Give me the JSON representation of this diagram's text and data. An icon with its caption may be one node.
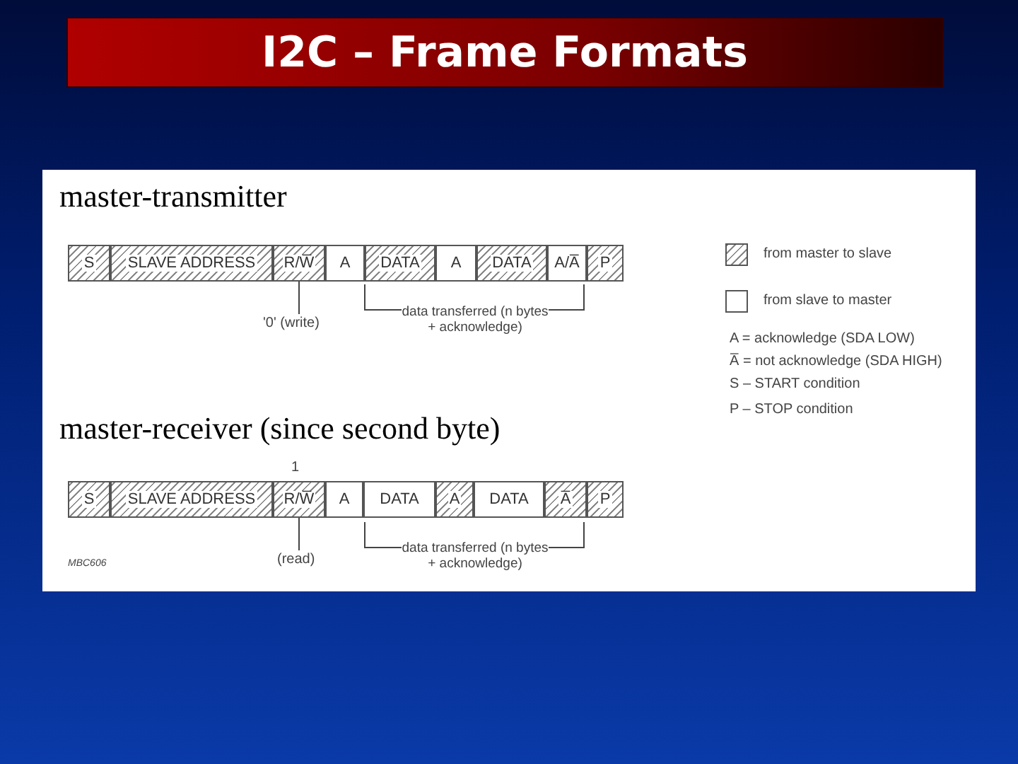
{
  "diagram": {
    "title": "I2C – Frame Formats",
    "nodes": [
      {
        "text": [
          "S"
        ]
      },
      {
        "text": [
          "SLAVE ADDRESS"
        ]
      },
      {
        "text": [
          "R/W̅"
        ]
      },
      {
        "text": [
          "A"
        ]
      },
      {
        "text": [
          "DATA"
        ]
      },
      {
        "text": [
          "A"
        ]
      },
      {
        "text": [
          "DATA"
        ]
      },
      {
        "text": [
          "A/A̅"
        ]
      },
      {
        "text": [
          "P"
        ]
      },
      {
        "text": [
          "S"
        ]
      },
      {
        "text": [
          "SLAVE ADDRESS"
        ]
      },
      {
        "text": [
          "R/W̅"
        ]
      },
      {
        "text": [
          "A"
        ]
      },
      {
        "text": [
          "DATA"
        ]
      },
      {
        "text": [
          "A"
        ]
      },
      {
        "text": [
          "DATA"
        ]
      },
      {
        "text": [
          "A̅"
        ]
      },
      {
        "text": [
          "P"
        ]
      },
      {
        "text": [
          "'0' (write)"
        ]
      },
      {
        "text": [
          "(read)"
        ]
      }
    ],
    "edges": [
      {
        "from": 18,
        "to": 2,
        "arrow": "none"
      },
      {
        "from": 19,
        "to": 11,
        "arrow": "none"
      }
    ],
    "labels": [
      "master-transmitter",
      "data transferred (n bytes + acknowledge)",
      "master-receiver (since second byte)",
      "1",
      "data transferred (n bytes + acknowledge)",
      "MBC606",
      "A = acknowledge (SDA LOW)",
      "A̅ = not acknowledge (SDA HIGH)",
      "S – START condition",
      "P – STOP condition"
    ],
    "legend": [
      {
        "text": "from master to slave"
      },
      {
        "text": "from slave to master"
      }
    ]
  }
}
